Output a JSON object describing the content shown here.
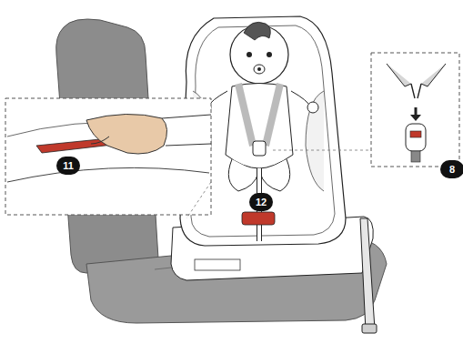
{
  "diagram": {
    "labels": [
      "11",
      "8",
      "12"
    ]
  }
}
